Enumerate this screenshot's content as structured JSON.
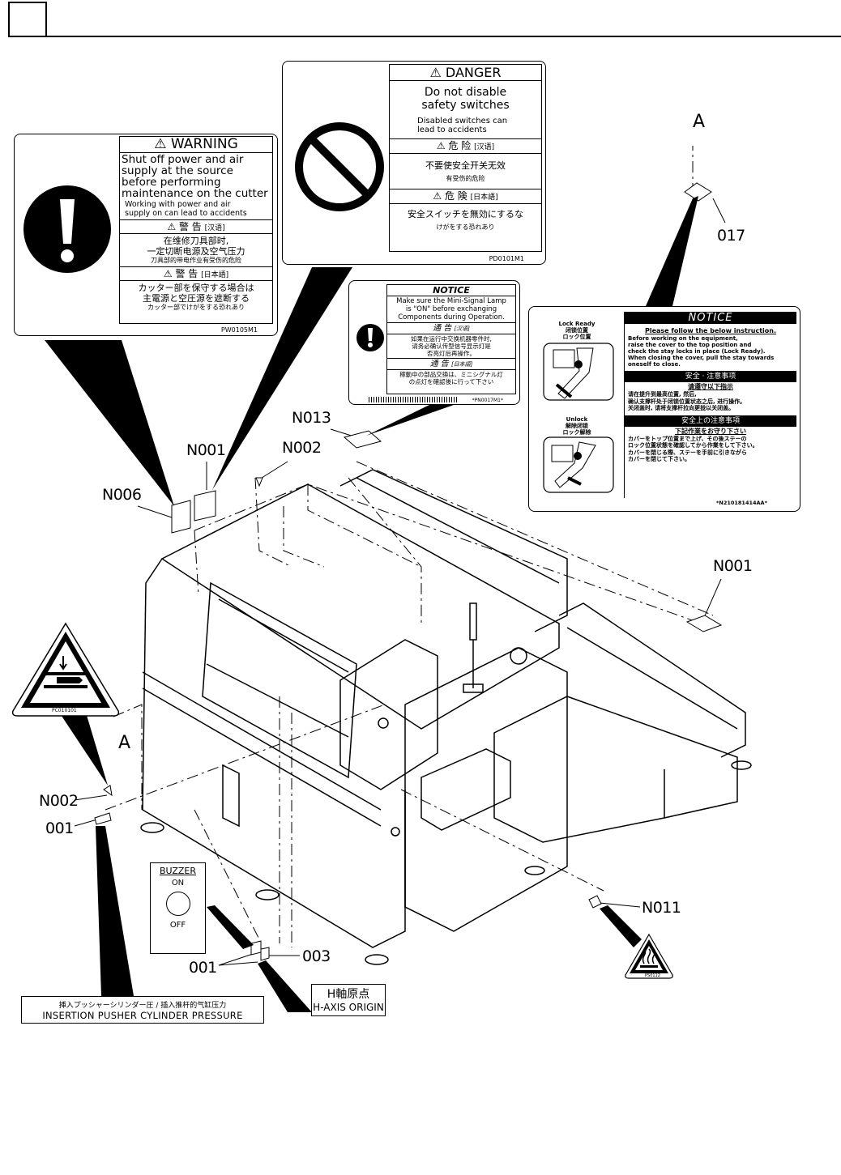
{
  "callouts": {
    "a_top": "A",
    "c017": "017",
    "n013": "N013",
    "n001_top": "N001",
    "n002_top": "N002",
    "n006": "N006",
    "n001_right": "N001",
    "a_left": "A",
    "n002_left": "N002",
    "c001_left": "001",
    "n011": "N011",
    "c003": "003",
    "c001_bottom": "001"
  },
  "warning_label": {
    "title": "WARNING",
    "en_main": [
      "Shut off power and air",
      "supply at the source",
      "before performing",
      "maintenance on the cutter"
    ],
    "en_sub": [
      "Working with power and air",
      "supply on can lead to accidents"
    ],
    "cn_title": "警 告",
    "cn_tag": "[汉语]",
    "cn_main": [
      "在维修刀具部时,",
      "一定切断电源及空气压力"
    ],
    "cn_sub": "刀具部的带电作业有受伤的危险",
    "jp_title": "警 告",
    "jp_tag": "[日本語]",
    "jp_main": [
      "カッター部を保守する場合は",
      "主電源と空圧源を遮断する"
    ],
    "jp_sub": "カッター部でけがをする恐れあり",
    "code": "PW0105M1"
  },
  "danger_label": {
    "title": "DANGER",
    "en_main": [
      "Do not disable",
      "safety switches"
    ],
    "en_sub": [
      "Disabled switches can",
      "lead to accidents"
    ],
    "cn_title": "危 险",
    "cn_tag": "[汉语]",
    "cn_main": "不要使安全开关无效",
    "cn_sub": "有受伤的危险",
    "jp_title": "危 険",
    "jp_tag": "[日本語]",
    "jp_main": "安全スイッチを無効にするな",
    "jp_sub": "けがをする恐れあり",
    "code": "PD0101M1"
  },
  "notice_small": {
    "title": "NOTICE",
    "en": [
      "Make sure the Mini-Signal Lamp",
      "is \"ON\" before exchanging",
      "Components during Operation."
    ],
    "cn_title": "通 告",
    "cn_tag": "[汉语]",
    "cn": [
      "如果在运行中交换机器零件时,",
      "请务必确认传型信号显示灯是",
      "否亮灯后再操作。"
    ],
    "jp_title": "通 告",
    "jp_tag": "[日本語]",
    "jp": [
      "稼動中の部品交換は、ミニシグナル灯",
      "の点灯を確認後に行って下さい"
    ],
    "code": "*PN0017M1*"
  },
  "notice_large": {
    "title": "NOTICE",
    "lock_ready": "Lock Ready",
    "lock_ready_cn": "闭锁位置",
    "lock_ready_jp": "ロック位置",
    "unlock": "Unlock",
    "unlock_cn": "解除闭锁",
    "unlock_jp": "ロック解除",
    "en_head": "Please follow the below instruction.",
    "en_body": [
      "Before working on the equipment,",
      "raise the cover to the top position and",
      "check the stay locks in place (Lock Ready).",
      "When closing the cover, pull the stay towards",
      "oneself to close."
    ],
    "cn_bar": "安全 · 注意事项",
    "cn_head": "请遵守以下指示",
    "cn_body": [
      "请在提升到最高位置, 然后,",
      "确认支撑杆处于闭锁位置状态之后, 进行操作。",
      "关闭盖时, 请将支撑杆拉向更拢以关闭盖。"
    ],
    "jp_bar": "安全上の注意事項",
    "jp_head": "下記作業をお守り下さい",
    "jp_body": [
      "カバーをトップ位置まで上げ、その後ステーの",
      "ロック位置状態を確認してから作業をして下さい。",
      "カバーを閉じる際、ステーを手前に引きながら",
      "カバーを閉じて下さい。"
    ],
    "code": "*N210181414AA*"
  },
  "pinch_label": {
    "code": "PC010101"
  },
  "hot_label": {
    "code": "PS0112"
  },
  "buzzer": {
    "title": "BUZZER",
    "on": "ON",
    "off": "OFF"
  },
  "pressure_label": {
    "jp": "挿入プッシャーシリンダー圧 / 插入推杆的气缸压力",
    "en": "INSERTION PUSHER CYLINDER PRESSURE"
  },
  "h_axis_label": {
    "jp": "H軸原点",
    "en": "H-AXIS ORIGIN"
  }
}
